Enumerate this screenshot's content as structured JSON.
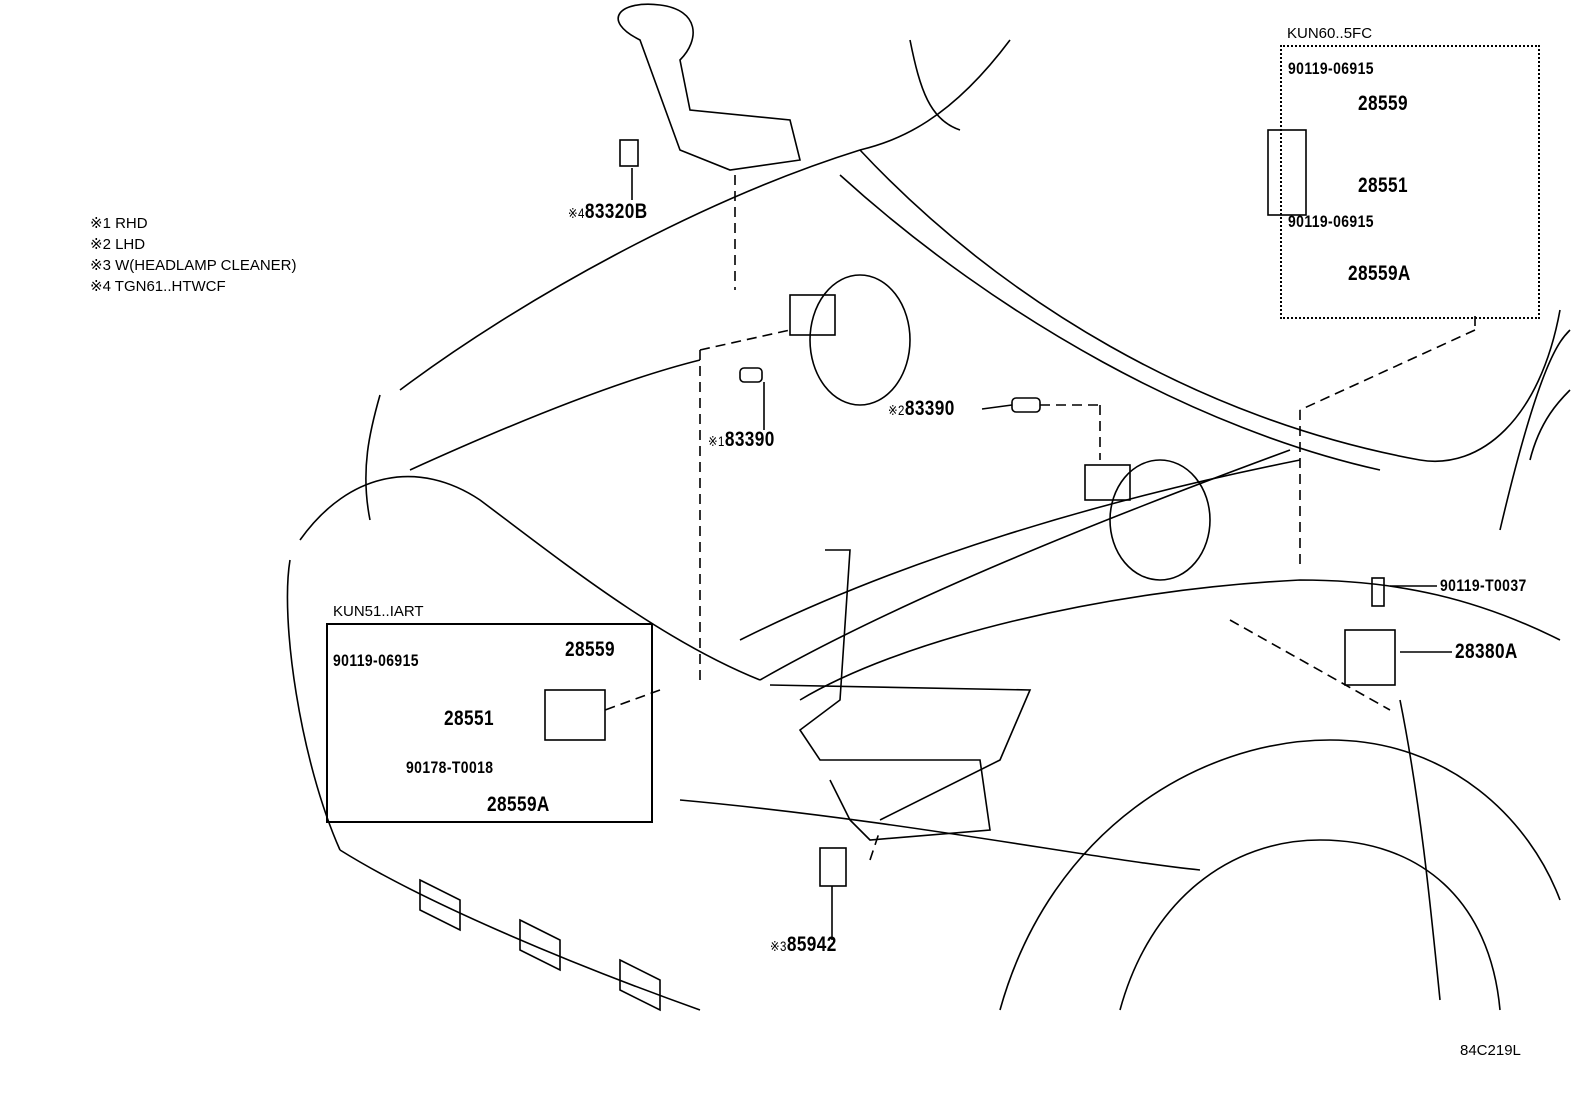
{
  "notes": [
    "※1 RHD",
    "※2 LHD",
    "※3 W(HEADLAMP CLEANER)",
    "※4 TGN61..HTWCF"
  ],
  "inset_right": {
    "title": "KUN60..5FC",
    "parts": [
      "90119-06915",
      "28559",
      "28551",
      "90119-06915",
      "28559A"
    ]
  },
  "inset_left": {
    "title": "KUN51..IART",
    "parts": [
      "90119-06915",
      "28559",
      "28551",
      "90178-T0018",
      "28559A"
    ]
  },
  "callouts": [
    {
      "mark": "※4",
      "part": "83320B"
    },
    {
      "mark": "※1",
      "part": "83390"
    },
    {
      "mark": "※2",
      "part": "83390"
    },
    {
      "mark": "",
      "part": "90119-T0037"
    },
    {
      "mark": "",
      "part": "28380A"
    },
    {
      "mark": "※3",
      "part": "85942"
    }
  ],
  "figure_id": "84C219L"
}
